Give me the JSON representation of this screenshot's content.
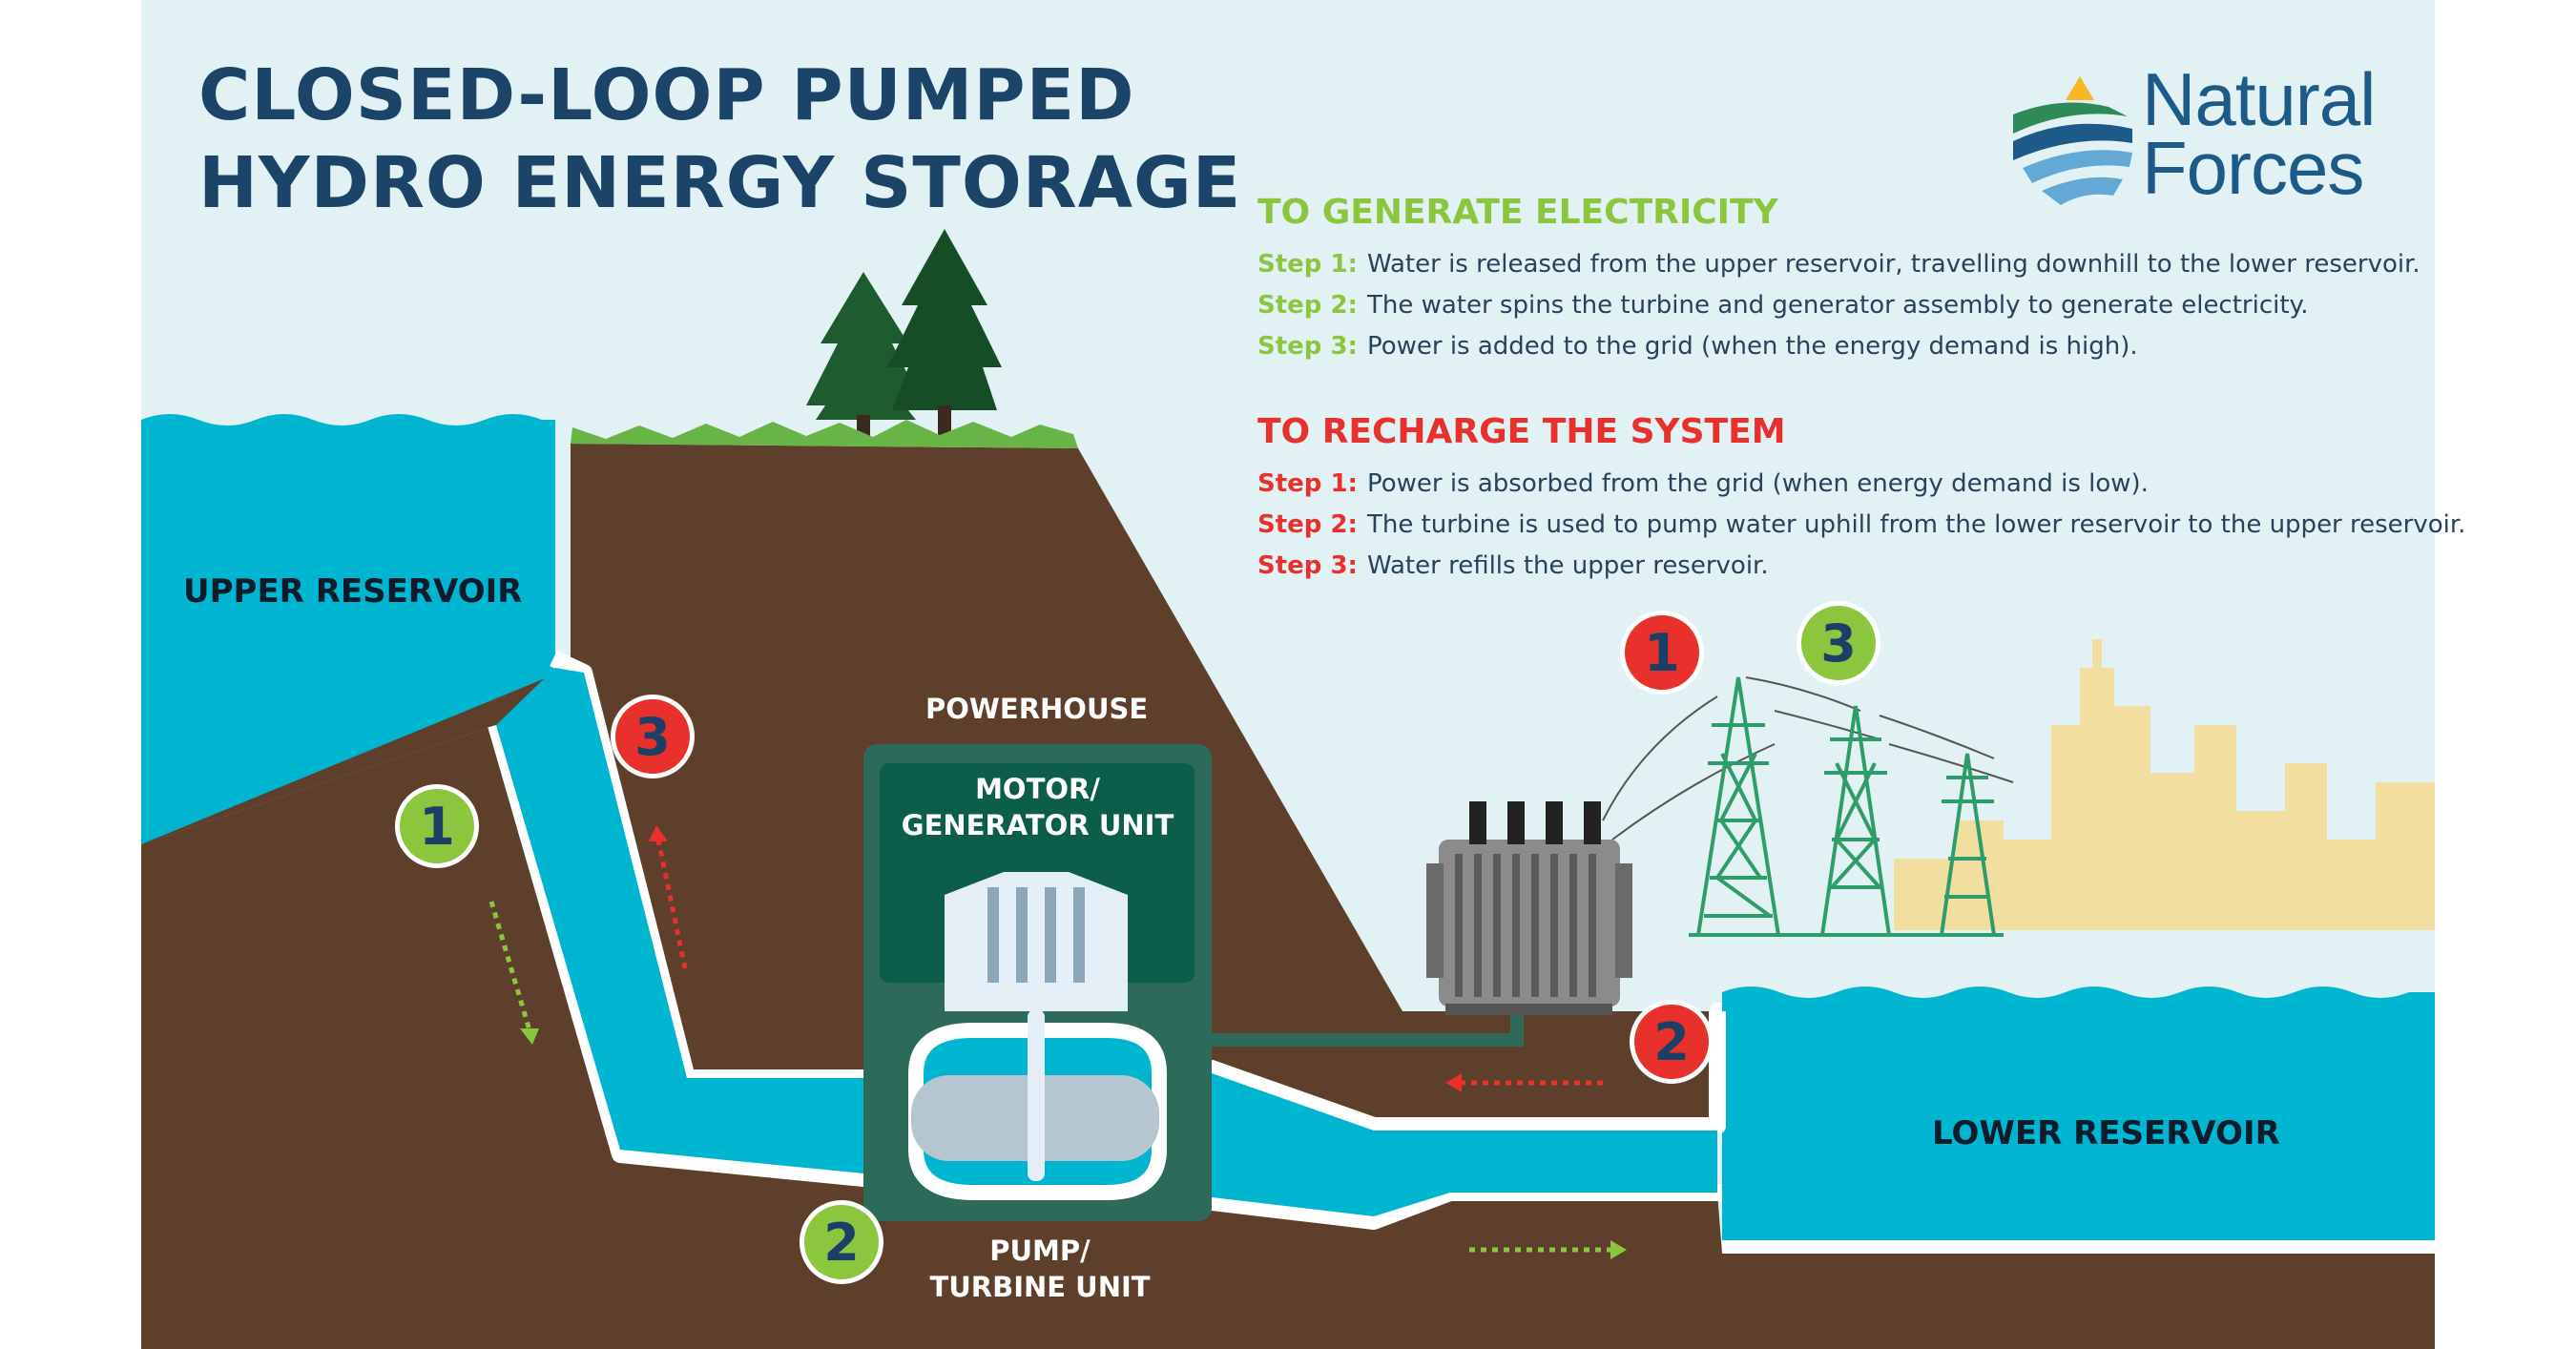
{
  "title": {
    "line1": "CLOSED-LOOP PUMPED",
    "line2": "HYDRO ENERGY STORAGE"
  },
  "logo": {
    "line1": "Natural",
    "line2": "Forces",
    "icon": "layered-waves-logo-icon",
    "colors": [
      "#f6b921",
      "#2e8b57",
      "#1e5a87",
      "#64a9d6"
    ]
  },
  "generate": {
    "heading": "TO GENERATE ELECTRICITY",
    "steps": [
      {
        "label": "Step 1:",
        "text": "Water is released from the upper reservoir, travelling downhill to the lower reservoir."
      },
      {
        "label": "Step 2:",
        "text": "The water spins the turbine and generator assembly to generate electricity."
      },
      {
        "label": "Step 3:",
        "text": "Power is added to the grid (when the energy demand is high)."
      }
    ]
  },
  "recharge": {
    "heading": "TO RECHARGE THE SYSTEM",
    "steps": [
      {
        "label": "Step 1:",
        "text": "Power is absorbed from the grid (when energy demand is low)."
      },
      {
        "label": "Step 2:",
        "text": "The turbine is used to pump water uphill from the lower reservoir to the upper reservoir."
      },
      {
        "label": "Step 3:",
        "text": "Water refills the upper reservoir."
      }
    ]
  },
  "labels": {
    "upper_reservoir": "UPPER RESERVOIR",
    "lower_reservoir": "LOWER RESERVOIR",
    "powerhouse": "POWERHOUSE",
    "motor_line1": "MOTOR/",
    "motor_line2": "GENERATOR UNIT",
    "pump_line1": "PUMP/",
    "pump_line2": "TURBINE UNIT"
  },
  "badges": {
    "gen_1": "1",
    "gen_2": "2",
    "gen_3": "3",
    "rech_1": "1",
    "rech_2": "2",
    "rech_3": "3"
  },
  "colors": {
    "sky": "#e2f2f4",
    "water": "#00b5cf",
    "earth": "#5e3f2c",
    "powerhouse": "#2d6a5a",
    "generate_accent": "#8cc63f",
    "recharge_accent": "#e8302d",
    "title": "#1b4468",
    "city": "#f2dea0",
    "tower": "#2f9d6a"
  }
}
